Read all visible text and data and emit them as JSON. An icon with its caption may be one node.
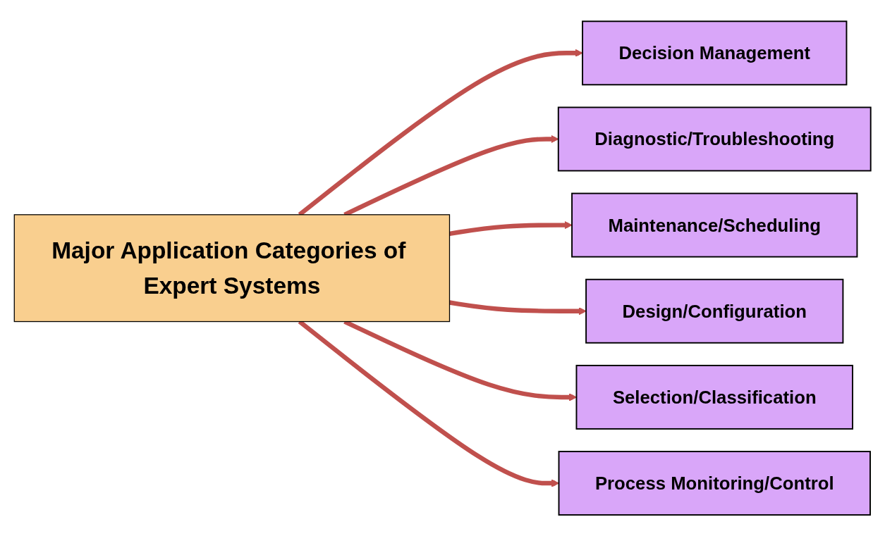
{
  "diagram": {
    "nodes": [
      {
        "text": [
          "Major Application Categories of Expert Systems"
        ]
      },
      {
        "text": [
          "Decision Management"
        ]
      },
      {
        "text": [
          "Diagnostic/Troubleshooting"
        ]
      },
      {
        "text": [
          "Maintenance/Scheduling"
        ]
      },
      {
        "text": [
          "Design/Configuration"
        ]
      },
      {
        "text": [
          "Selection/Classification"
        ]
      },
      {
        "text": [
          "Process Monitoring/Control"
        ]
      }
    ],
    "edges": [
      {
        "from": 0,
        "to": 1,
        "arrow": "to"
      },
      {
        "from": 0,
        "to": 2,
        "arrow": "to"
      },
      {
        "from": 0,
        "to": 3,
        "arrow": "to"
      },
      {
        "from": 0,
        "to": 4,
        "arrow": "to"
      },
      {
        "from": 0,
        "to": 5,
        "arrow": "to"
      },
      {
        "from": 0,
        "to": 6,
        "arrow": "to"
      }
    ]
  }
}
